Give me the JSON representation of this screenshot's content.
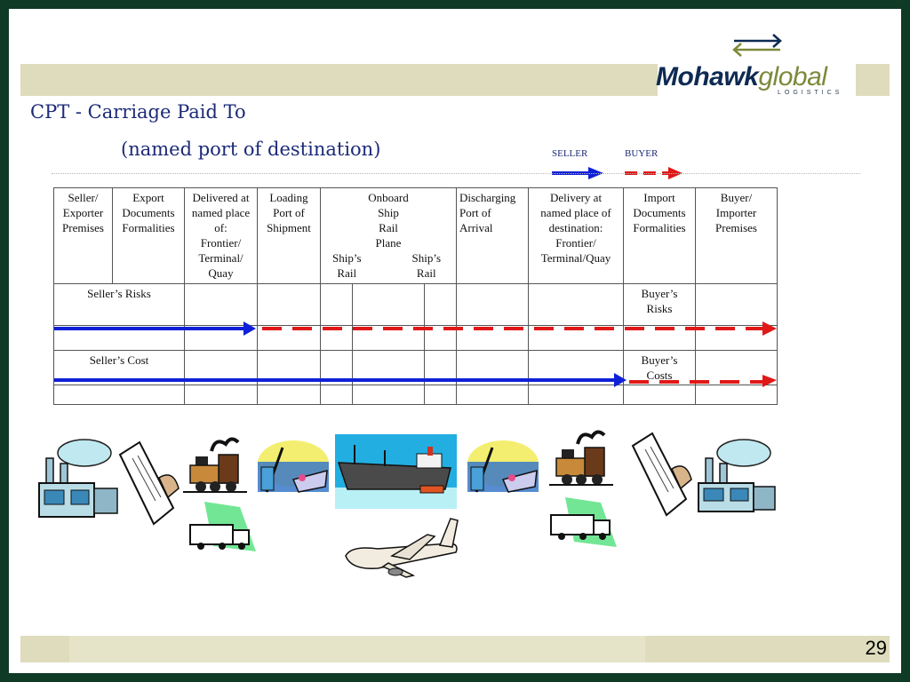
{
  "slide": {
    "title_line1": "CPT -  Carriage Paid To",
    "title_line2": "(named port of destination)",
    "page_number": "29"
  },
  "logo": {
    "word_main": "Mohawk",
    "word_accent": "global",
    "subtitle": "LOGISTICS"
  },
  "legend": {
    "seller": "SELLER",
    "buyer": "BUYER",
    "seller_color": "#1020d8",
    "buyer_color": "#e01818"
  },
  "table": {
    "headers": [
      "Seller/\nExporter\nPremises",
      "Export\nDocuments\nFormalities",
      "Delivered at\nnamed place\nof:\nFrontier/\nTerminal/\nQuay",
      "Loading\nPort of\nShipment",
      "Onboard\nShip\nRail\nPlane",
      "Ship’s\nRail",
      "Ship’s\nRail",
      "Discharging\nPort of\nArrival",
      "Delivery at\nnamed place of\ndestination:\nFrontier/\nTerminal/Quay",
      "Import\nDocuments\nFormalities",
      "Buyer/\nImporter\nPremises"
    ],
    "risks": {
      "seller": "Seller’s Risks",
      "buyer": "Buyer’s\nRisks"
    },
    "costs": {
      "seller": "Seller’s Cost",
      "buyer": "Buyer’s\nCosts"
    }
  },
  "icons": [
    "factory-icon",
    "contract-document-icon",
    "train-icon",
    "truck-icon",
    "port-crane-icon",
    "cargo-ship-icon",
    "airplane-icon",
    "port-crane-icon",
    "train-icon",
    "truck-icon",
    "contract-document-icon",
    "factory-icon"
  ]
}
